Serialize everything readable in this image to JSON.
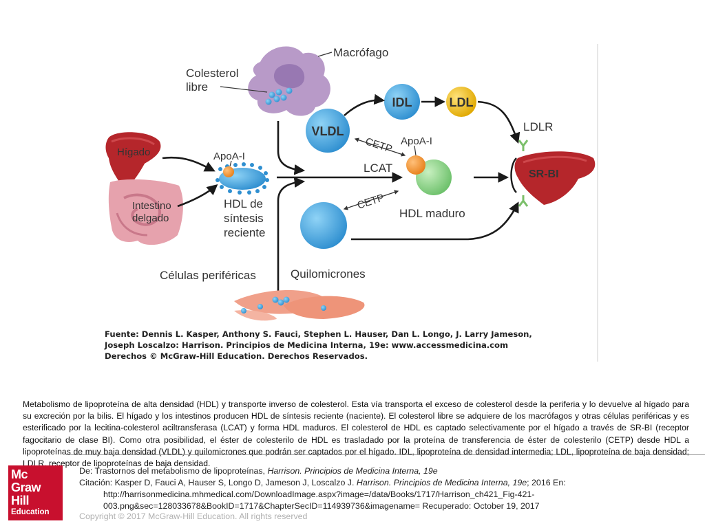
{
  "figure": {
    "labels": {
      "macrophage": "Macrófago",
      "free_cholesterol_1": "Colesterol",
      "free_cholesterol_2": "libre",
      "liver": "Hígado",
      "intestine_1": "Intestino",
      "intestine_2": "delgado",
      "apoa1_left": "ApoA-I",
      "nascent_hdl_1": "HDL de",
      "nascent_hdl_2": "síntesis",
      "nascent_hdl_3": "reciente",
      "peripheral_cells": "Células periféricas",
      "vldl": "VLDL",
      "idl": "IDL",
      "ldl": "LDL",
      "cetp_top": "CETP",
      "cetp_bottom": "CETP",
      "apoa1_right": "ApoA-I",
      "lcat": "LCAT",
      "mature_hdl": "HDL maduro",
      "chylomicrons": "Quilomicrones",
      "ldlr": "LDLR",
      "srbi": "SR-BI"
    },
    "credit": {
      "line1": "Fuente: Dennis L. Kasper, Anthony S. Fauci, Stephen L. Hauser, Dan L. Longo, J. Larry Jameson,",
      "line2": "Joseph Loscalzo: Harrison. Principios de Medicina Interna, 19e: www.accessmedicina.com",
      "line3": "Derechos © McGraw-Hill Education. Derechos Reservados."
    },
    "colors": {
      "macrophage": "#b89ac8",
      "blue_sphere": "#41a5dd",
      "ldl_yellow": "#f2c318",
      "apoa1_orange": "#f0952a",
      "mature_hdl_green": "#8fd08a",
      "liver_red": "#b5262b",
      "intestine_pink": "#e6a2ad",
      "cell_salmon": "#f0a08a",
      "receptor_green": "#7bbf6a"
    }
  },
  "caption": "Metabolismo de lipoproteína de alta densidad (HDL) y transporte inverso de colesterol. Esta vía transporta el exceso de colesterol desde la periferia y lo devuelve al hígado para su excreción por la bilis. El hígado y los intestinos producen HDL de síntesis reciente (naciente). El colesterol libre se adquiere de los macrófagos y otras células periféricas y es esterificado por la lecitina-colesterol aciltransferasa (LCAT) y forma HDL maduros. El colesterol de HDL es captado selectivamente por el hígado a través de SR-BI (receptor fagocitario de clase BI). Como otra posibilidad, el éster de colesterilo de HDL es trasladado por la proteína de transferencia de éster de colesterilo (CETP) desde HDL a lipoproteínas de muy baja densidad (VLDL) y quilomicrones que podrán ser captados por el hígado. IDL, lipoproteína de densidad intermedia; LDL, lipoproteína de baja densidad; LDLR, receptor de lipoproteínas de baja densidad.",
  "logo": {
    "line1": "Mc",
    "line2": "Graw",
    "line3": "Hill",
    "line4": "Education"
  },
  "citation": {
    "from_prefix": "De: ",
    "from_title": "Trastornos del metabolismo de lipoproteínas, ",
    "from_book": "Harrison. Principios de Medicina Interna, 19e",
    "cite_prefix": "Citación: Kasper D, Fauci A, Hauser S, Longo D, Jameson J, Loscalzo J. ",
    "cite_book": "Harrison. Principios de Medicina Interna, 19e",
    "cite_suffix": "; 2016 En: http://harrisonmedicina.mhmedical.com/DownloadImage.aspx?image=/data/Books/1717/Harrison_ch421_Fig-421-003.png&sec=128033678&BookID=1717&ChapterSecID=114939736&imagename= Recuperado: October 19, 2017"
  },
  "copyright": "Copyright © 2017 McGraw-Hill Education. All rights reserved"
}
